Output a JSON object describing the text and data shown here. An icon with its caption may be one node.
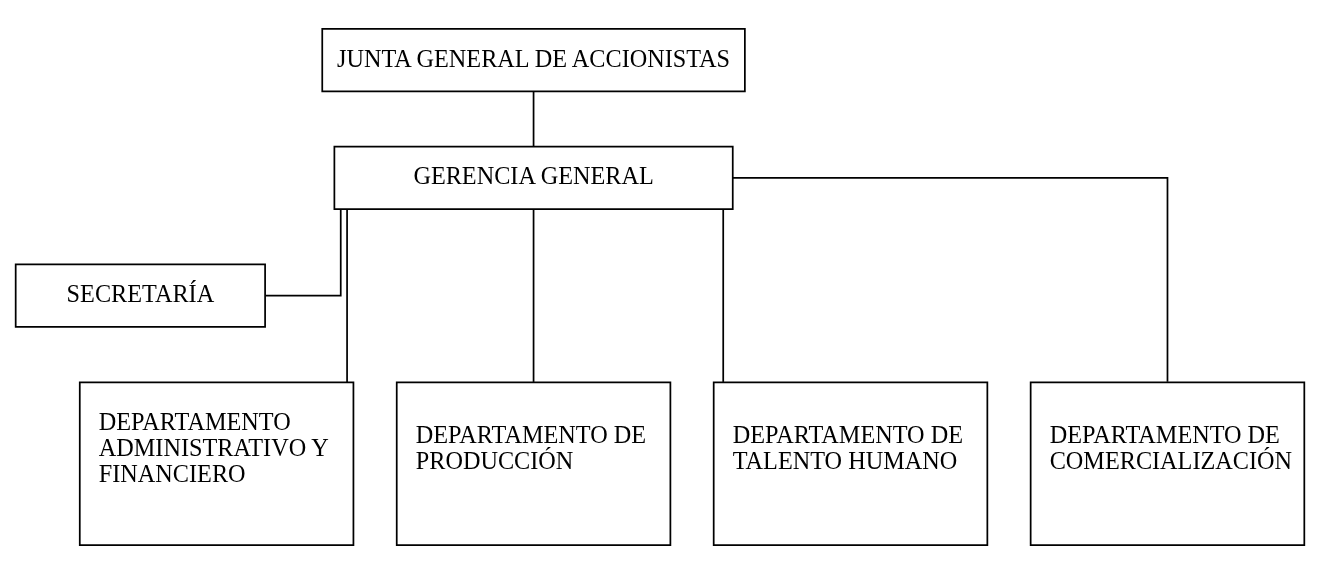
{
  "diagram": {
    "nodes": [
      {
        "text": [
          "JUNTA GENERAL DE ACCIONISTAS"
        ]
      },
      {
        "text": [
          "GERENCIA GENERAL"
        ]
      },
      {
        "text": [
          "SECRETARÍA"
        ]
      },
      {
        "text": [
          "DEPARTAMENTO ADMINISTRATIVO Y FINANCIERO"
        ]
      },
      {
        "text": [
          "DEPARTAMENTO DE PRODUCCIÓN"
        ]
      },
      {
        "text": [
          "DEPARTAMENTO DE TALENTO HUMANO"
        ]
      },
      {
        "text": [
          "DEPARTAMENTO DE COMERCIALIZACIÓN"
        ]
      }
    ],
    "edges": [
      {
        "from": 0,
        "to": 1,
        "arrow": "none"
      },
      {
        "from": 1,
        "to": 2,
        "arrow": "none"
      },
      {
        "from": 1,
        "to": 3,
        "arrow": "none"
      },
      {
        "from": 1,
        "to": 4,
        "arrow": "none"
      },
      {
        "from": 1,
        "to": 5,
        "arrow": "none"
      },
      {
        "from": 1,
        "to": 6,
        "arrow": "none"
      }
    ]
  }
}
